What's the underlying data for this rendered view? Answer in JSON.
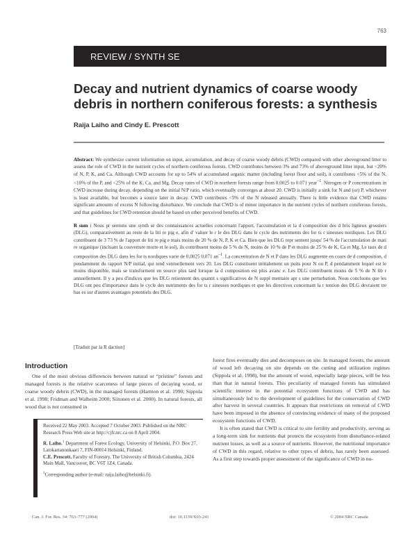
{
  "page_number": "763",
  "section_band": "REVIEW / SYNTH  SE",
  "title": "Decay and nutrient dynamics of coarse woody debris in northern coniferous forests: a synthesis",
  "authors": "Raija Laiho and Cindy E. Prescott",
  "abstract": {
    "label": "Abstract:",
    "text_1": " We synthesize current information on input, accumulation, and decay of coarse woody debris (CWD) compared with other aboveground litter to assess the role of CWD in the nutrient cycles of northern coniferous forests. CWD contributes between 3% and 73% of aboveground litter input, but <20% of N, P, K, and Ca. Although CWD accounts for up to 54% of accumulated organic matter (including forest floor and soil), it contributes <5% of the N, <10% of the P, and <25% of the K, Ca, and Mg. Decay rates of CWD in northern forests range from 0.0025 to 0.071 year",
    "exponent": "–1",
    "text_2": ". Nitrogen or P concentrations in CWD increase during decay, depending on the initial N/P ratio, which eventually converges at about 20. CWD is initially a sink for N and (or) P, whichever is least available, but becomes a source later in decay. CWD contributes <5% of the N released annually. There is little evidence that CWD retains significant amounts of excess N following disturbance. We conclude that CWD is of minor importance in the nutrient cycles of northern coniferous forests, and that guidelines for CWD retention should be based on other perceived benefits of CWD."
  },
  "resume": {
    "label": "R sum  :",
    "text_1": " Nous pr sentons une synth se des connaissances actuelles concernant l'apport, l'accumulation et la d composition des d bris ligneux grossiers (DLG), comparativement au reste de la liti re  pig e, afin d'  valuer le r le des DLG dans le cycle des nutriments des for ts r sineuses nordiques. Les DLG contribuent de 3   73 % de l'apport de liti re  pig e mais moins de 20 % de N, P, K et Ca. Bien que les DLG repr sentent jusqu'  54 % de l'accumulation de mati re organique (incluant la couverture morte et le sol), ils contribuent moins de 5 % de N, moins de 10 % de P et moins de 25 % de K, Ca et Mg. Le taux de d composition des DLG dans les for ts nordiques varie de 0,0025   0,071 an",
    "exponent": "–1",
    "text_2": ". La concentration de N et P dans les DLG augmente en cours de d composition, d pendamment du rapport N/P initial, qui tend   ventuellement vers 20. Les DLG constituent initialement un puits pour N ou P, d pendamment lequel est le moins disponible, mais se transforment en source plus tard lorsque la d composition est plus avanc e. Les DLG contribuent moins de 5 % de N lib r   annuellement. Il y a peu d'indices que les DLG retiennent des quantit s significatives de N suppl mentaire apr s une perturbation. Nous concluons que les DLG ont peu d'importance dans le cycle des nutriments des for ts r sineuses nordiques et que les directives concernant la r tention des DLG devraient   tre bas es sur d'autres avantages potentiels des DLG."
  },
  "translated_note": "[Traduit par la R daction]",
  "introduction": {
    "heading": "Introduction",
    "left_column": "One of the most obvious differences between natural or “pristine” forests and managed forests is the relative scarceness of large pieces of decaying wood, or coarse woody debris (CWD), in the managed forests (Harmon et al. 1990; Sippola et al. 1998; Fridman and Walheim 2000; Siitonen et al. 2000). In natural forests, all wood that is not consumed in",
    "right_paragraph_1": "forest fires eventually dies and decomposes on site. In managed forests, the amount of wood left decaying on site depends on the cutting and utilization regimes (Sippola et al. 1998), but the amount of wood, especially large pieces, will be less than that in natural forests. This peculiarity of managed forests has stimulated scientific interest in the potential ecosystem functions of CWD and has simultaneously led to the development of guidelines for the conservation of CWD after harvest in several countries. It appears that restrictions on removal of CWD have been imposed in the absence of convincing evidence of many of the proposed ecosystem functions of CWD.",
    "right_paragraph_2": "It is often stated that CWD is critical to site fertility and productivity, serving as a long-term sink for nutrients that protects the ecosystem from disturbance-related nutrient losses, as well as a source of nutrients. However, the nutritional importance of CWD in this regard, relative to other types of debris, has rarely been assessed. As a first step towards proper assessment of the significance of CWD in nu-"
  },
  "notes": {
    "received": "Received 22 May 2003. Accepted 7 October 2003. Published on the NRC Research Press Web site at http://cjfr.nrc.ca on 8 April 2004.",
    "author1_name": "R. Laiho.",
    "author1_sup": "1",
    "author1_affil": " Department of Forest Ecology, University of Helsinki, P.O. Box 27, Latokartanonkaari 7, FIN-00014 Helsinki, Finland.",
    "author2_name": "C.E. Prescott.",
    "author2_affil": " Faculty of Forestry, The University of British Columbia, 2424 Main Mall, Vancouver, BC V6T 1Z4, Canada.",
    "corresponding_sup": "1",
    "corresponding": "Corresponding author (e-mail: raija.laiho@helsinki.fi)."
  },
  "footer": {
    "citation": "Can. J. For. Res. 34: 763–777 (2004)",
    "doi": "doi: 10.1139/X03-241",
    "copyright": "© 2004 NRC Canada"
  }
}
